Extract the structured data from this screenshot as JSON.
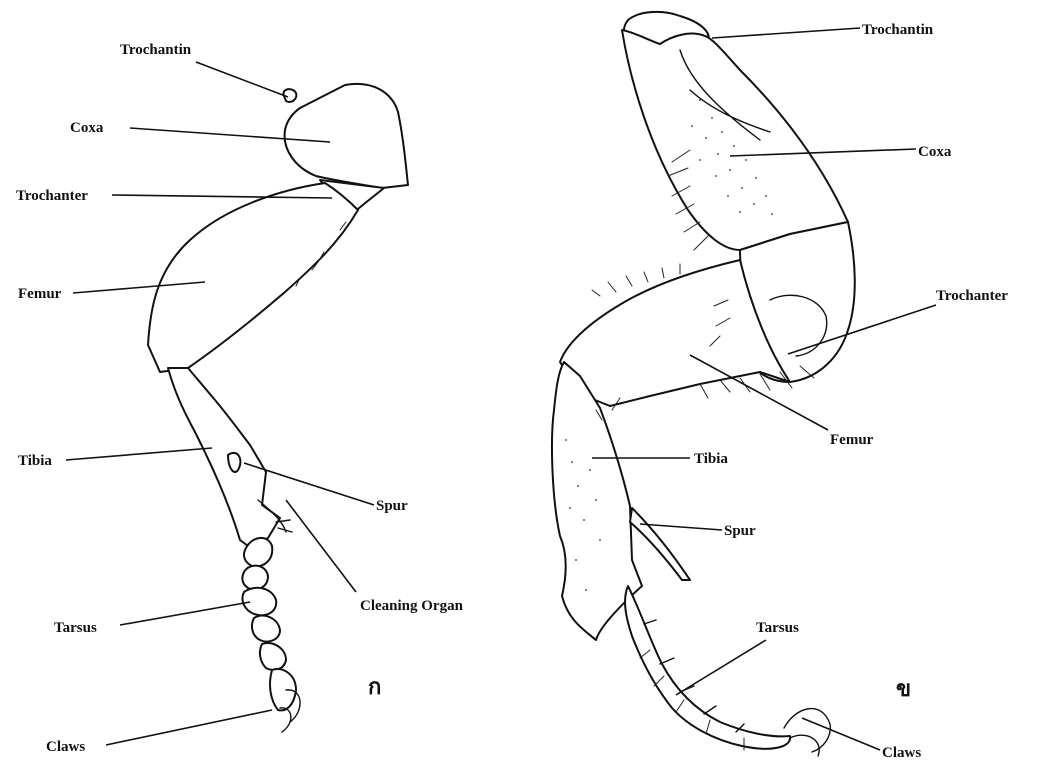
{
  "left_leg": {
    "panel_label": "ก",
    "labels": {
      "trochantin": "Trochantin",
      "coxa": "Coxa",
      "trochanter": "Trochanter",
      "femur": "Femur",
      "tibia": "Tibia",
      "spur": "Spur",
      "cleaning_organ": "Cleaning Organ",
      "tarsus": "Tarsus",
      "claws": "Claws"
    }
  },
  "right_leg": {
    "panel_label": "ข",
    "labels": {
      "trochantin": "Trochantin",
      "coxa": "Coxa",
      "trochanter": "Trochanter",
      "femur": "Femur",
      "tibia": "Tibia",
      "spur": "Spur",
      "tarsus": "Tarsus",
      "claws": "Claws"
    }
  }
}
